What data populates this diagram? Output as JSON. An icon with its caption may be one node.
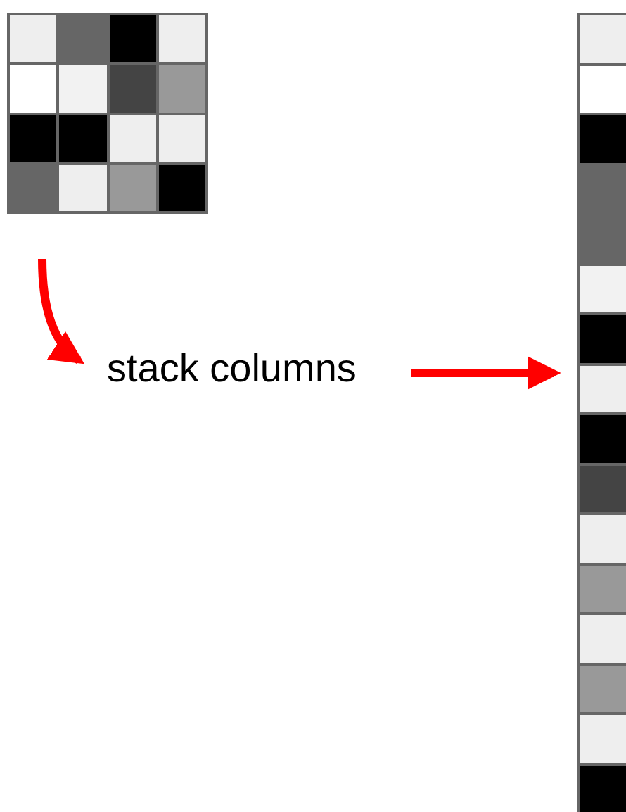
{
  "diagram": {
    "nodes": [
      {
        "text": [],
        "shape": "box"
      },
      {
        "text": [
          "stack columns"
        ]
      },
      {
        "text": [],
        "shape": "bar"
      }
    ],
    "edges": [
      {
        "from": 0,
        "to": 1,
        "arrow": "to"
      },
      {
        "from": 1,
        "to": 2,
        "arrow": "to"
      }
    ]
  }
}
